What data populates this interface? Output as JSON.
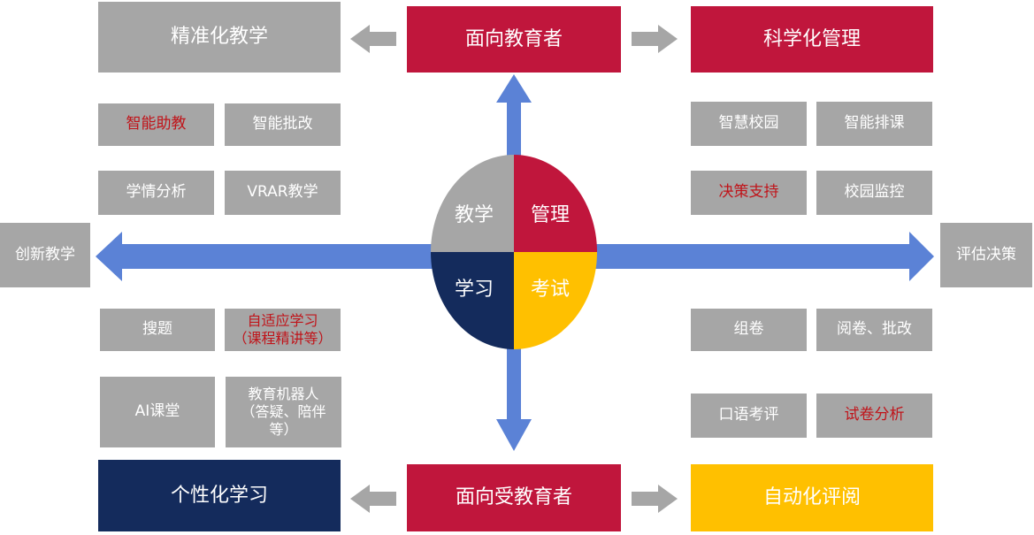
{
  "top": {
    "left": "精准化教学",
    "center": "面向教育者",
    "right": "科学化管理"
  },
  "bottom": {
    "left": "个性化学习",
    "center": "面向受教育者",
    "right": "自动化评阅"
  },
  "sides": {
    "left": "创新教学",
    "right": "评估决策"
  },
  "quadrants": {
    "teaching": "教学",
    "management": "管理",
    "learning": "学习",
    "exam": "考试"
  },
  "teaching_items": [
    "智能助教",
    "智能批改",
    "学情分析",
    "VRAR教学"
  ],
  "management_items": [
    "智慧校园",
    "智能排课",
    "决策支持",
    "校园监控"
  ],
  "learning_items": {
    "search": "搜题",
    "adaptive_line1": "自适应学习",
    "adaptive_line2": "（课程精讲等）",
    "ai_class": "AI课堂",
    "robot_line1": "教育机器人",
    "robot_line2": "（答疑、陪伴",
    "robot_line3": "等）"
  },
  "exam_items": [
    "组卷",
    "阅卷、批改",
    "口语考评",
    "试卷分析"
  ],
  "colors": {
    "crimson": "#c0163c",
    "navy": "#142b5c",
    "gold": "#ffc000",
    "gray": "#a6a6a6",
    "blue_arrow": "#5b82d6",
    "highlight_text": "#c0141a"
  }
}
